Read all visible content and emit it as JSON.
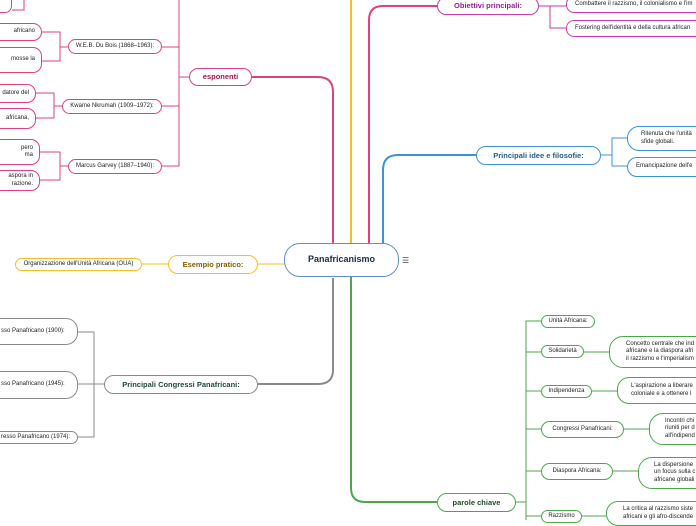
{
  "central": {
    "label": "Panafricanismo",
    "menu_icon": "menu-lines-icon"
  },
  "colors": {
    "pink": "#e0417d",
    "orange": "#f3c021",
    "gray": "#8a8a8a",
    "purple": "#c73ab6",
    "blue": "#3a95d8",
    "green": "#4aa84a"
  },
  "branches": {
    "esponenti": {
      "label": "esponenti",
      "people": [
        {
          "label": "W.E.B. Du Bois (1868–1963):",
          "notes": [
            "africano",
            "mosse la"
          ]
        },
        {
          "label": "Kwame Nkrumah (1909–1972):",
          "notes": [
            "datore del",
            "africana,"
          ]
        },
        {
          "label": "Marcus Garvey (1887–1940):",
          "notes": [
            "pero\nma",
            "aspora in\nrazione."
          ]
        }
      ]
    },
    "esempio": {
      "label": "Esempio pratico:",
      "child": "Organizzazione dell'Unità Africana (OUA)"
    },
    "congressi": {
      "label": "Principali Congressi Panafricani:",
      "items": [
        "sso Panafricano (1900):",
        "sso Panafricano (1945):",
        "resso Panafricano (1974):"
      ]
    },
    "obiettivi": {
      "label": "Obiettivi principali:",
      "items": [
        "Combattere il razzismo, il colonialismo e l'im",
        "Fostering dell'identità e della cultura african"
      ]
    },
    "idee": {
      "label": "Principali idee e filosofie:",
      "items": [
        "Ritenuta che l'unità\nsfide globali.",
        "Emancipazione dell'e"
      ]
    },
    "parole": {
      "label": "parole chiave",
      "items": [
        {
          "label": "Unità Africana:",
          "note": null
        },
        {
          "label": "Solidarietà",
          "note": "Concetto centrale che ind\nafricane e la diaspora afri\nil razzismo e l'imperialism"
        },
        {
          "label": "Indipendenza",
          "note": "L'aspirazione a liberare\ncoloniale e a ottenere l"
        },
        {
          "label": "Congressi Panafricani:",
          "note": "Incontri chi\nriuniti per d\nall'indipend"
        },
        {
          "label": "Diaspora Africana:",
          "note": "La dispersione\nun focus sulla c\nafricane globali"
        },
        {
          "label": "Razzismo",
          "note": "La critica al razzismo siste\nafricani e gli afro-discende"
        }
      ]
    }
  }
}
